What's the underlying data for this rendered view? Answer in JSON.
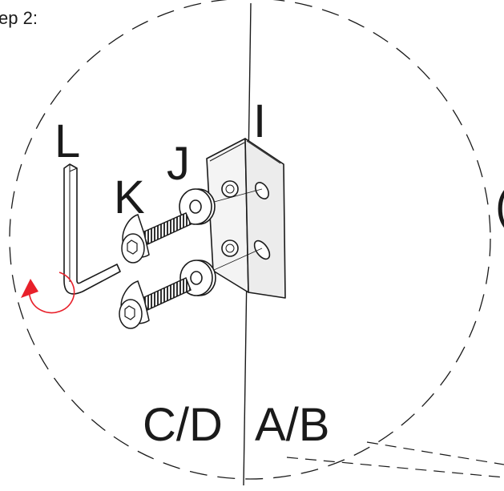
{
  "header": {
    "step_label": "ep 2:"
  },
  "parts": {
    "allen_key": "L",
    "bolt": "K",
    "washer": "J",
    "bracket": "I"
  },
  "panels": {
    "left": "C/D",
    "right": "A/B"
  },
  "edge_text": "(",
  "colors": {
    "line": "#1a1a1a",
    "metal_fill": "#f2f2f2",
    "rotation_arrow": "#e8202a",
    "background": "#ffffff"
  },
  "icons": [
    "allen-key-icon",
    "screw-icon",
    "washer-icon",
    "bracket-icon",
    "rotate-counterclockwise-icon"
  ]
}
